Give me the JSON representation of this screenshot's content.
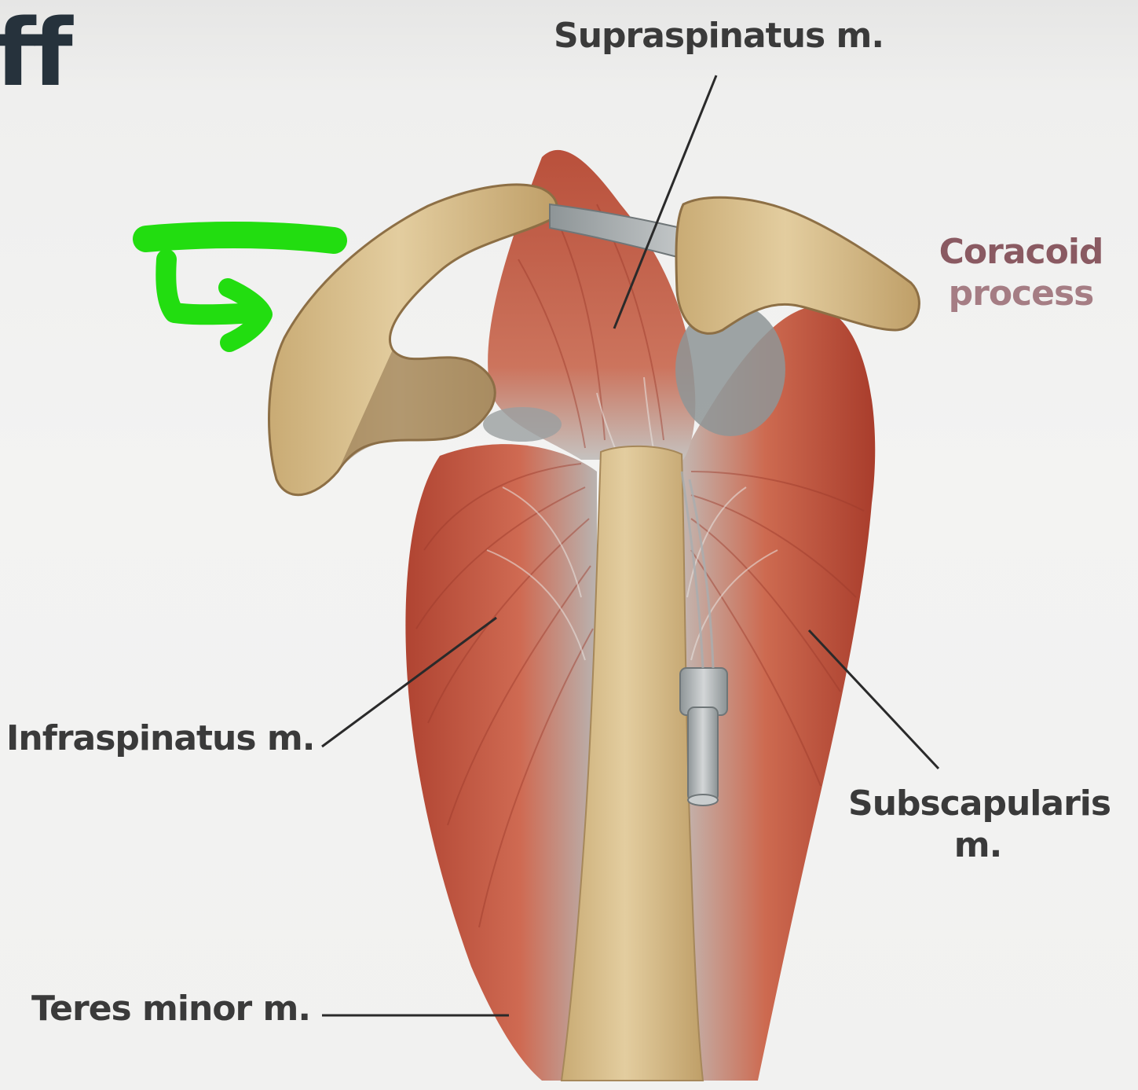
{
  "title_fragment": "ff",
  "labels": {
    "supraspinatus": "Supraspinatus m.",
    "coracoid_line1": "Coracoid",
    "coracoid_line2": "process",
    "infraspinatus": "Infraspinatus m.",
    "subscapularis_line1": "Subscapularis",
    "subscapularis_line2": "m.",
    "teres_minor": "Teres minor m."
  },
  "colors": {
    "annotation": "#22dd10",
    "muscle": "#c0523e",
    "bone": "#d8bf8e",
    "tendon": "#a9aeb0",
    "leader_line": "#2a2a2a"
  },
  "annotation": {
    "type": "hand-drawn-arrow-icon"
  }
}
